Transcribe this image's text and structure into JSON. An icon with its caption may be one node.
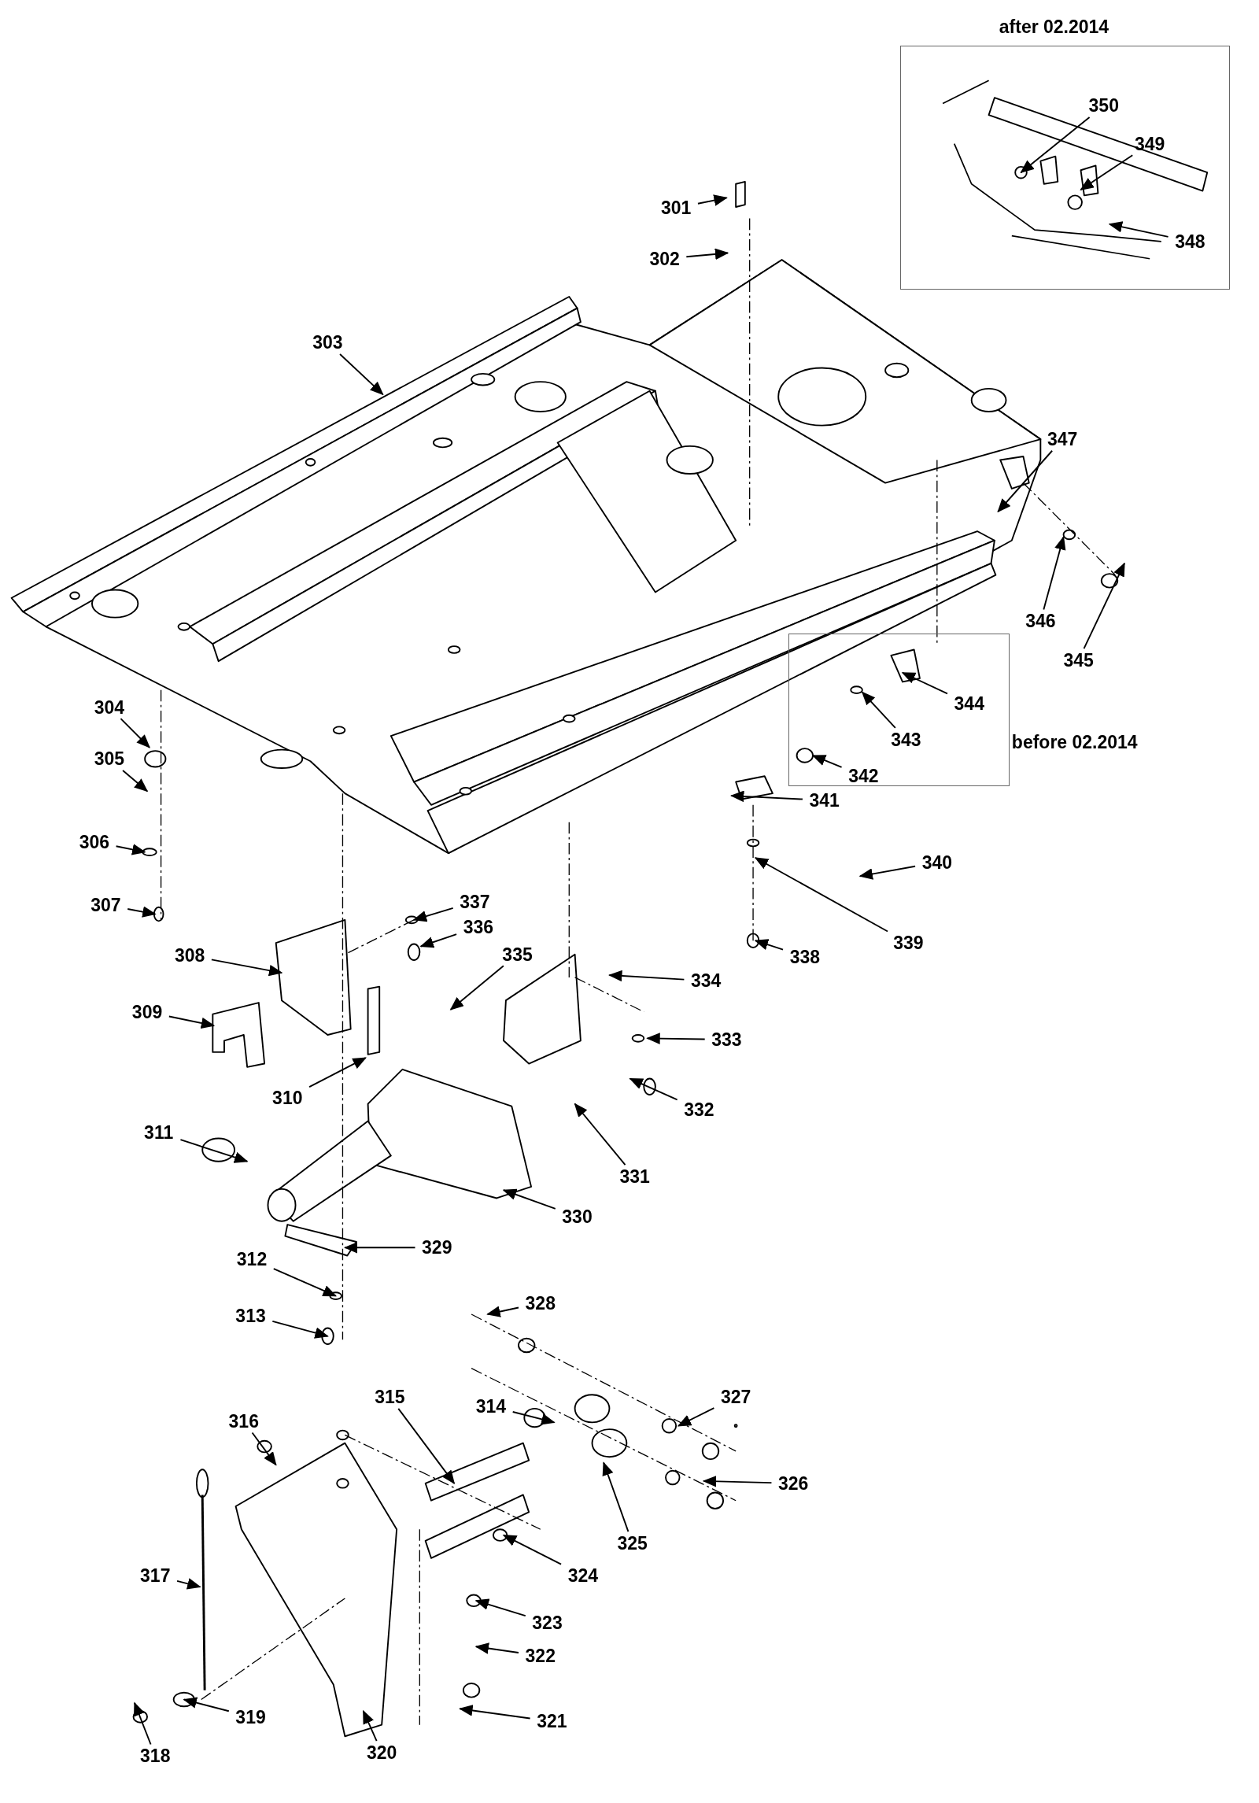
{
  "diagram": {
    "nodes": [
      {
        "text": [
          "after 02.2014"
        ]
      },
      {
        "text": [
          "350"
        ],
        "in": 0
      },
      {
        "text": [
          "349"
        ],
        "in": 0
      },
      {
        "text": [
          "348"
        ],
        "in": 0
      },
      {
        "text": [
          "301"
        ]
      },
      {
        "text": [
          "302"
        ]
      },
      {
        "text": [
          "303"
        ]
      },
      {
        "text": [
          "347"
        ]
      },
      {
        "text": [
          "346"
        ]
      },
      {
        "text": [
          "345"
        ]
      },
      {
        "text": [
          "before 02.2014"
        ]
      },
      {
        "text": [
          "344"
        ],
        "in": 10
      },
      {
        "text": [
          "343"
        ],
        "in": 10
      },
      {
        "text": [
          "342"
        ],
        "in": 10
      },
      {
        "text": [
          "304"
        ]
      },
      {
        "text": [
          "305"
        ]
      },
      {
        "text": [
          "341"
        ]
      },
      {
        "text": [
          "340"
        ]
      },
      {
        "text": [
          "306"
        ]
      },
      {
        "text": [
          "339"
        ]
      },
      {
        "text": [
          "307"
        ]
      },
      {
        "text": [
          "337"
        ]
      },
      {
        "text": [
          "336"
        ]
      },
      {
        "text": [
          "338"
        ]
      },
      {
        "text": [
          "308"
        ]
      },
      {
        "text": [
          "334"
        ]
      },
      {
        "text": [
          "335"
        ]
      },
      {
        "text": [
          "309"
        ]
      },
      {
        "text": [
          "333"
        ]
      },
      {
        "text": [
          "310"
        ]
      },
      {
        "text": [
          "332"
        ]
      },
      {
        "text": [
          "311"
        ]
      },
      {
        "text": [
          "331"
        ]
      },
      {
        "text": [
          "330"
        ]
      },
      {
        "text": [
          "329"
        ]
      },
      {
        "text": [
          "312"
        ]
      },
      {
        "text": [
          "328"
        ]
      },
      {
        "text": [
          "313"
        ]
      },
      {
        "text": [
          "314"
        ]
      },
      {
        "text": [
          "327"
        ]
      },
      {
        "text": [
          "315"
        ]
      },
      {
        "text": [
          "316"
        ]
      },
      {
        "text": [
          "326"
        ]
      },
      {
        "text": [
          "325"
        ]
      },
      {
        "text": [
          "324"
        ]
      },
      {
        "text": [
          "317"
        ]
      },
      {
        "text": [
          "323"
        ]
      },
      {
        "text": [
          "322"
        ]
      },
      {
        "text": [
          "321"
        ]
      },
      {
        "text": [
          "319"
        ]
      },
      {
        "text": [
          "320"
        ]
      },
      {
        "text": [
          "318"
        ]
      }
    ],
    "edges": [
      {
        "from": 1,
        "to": null,
        "arrow": "to"
      },
      {
        "from": 2,
        "to": null,
        "arrow": "to"
      },
      {
        "from": 3,
        "to": null,
        "arrow": "to"
      },
      {
        "from": 4,
        "to": null,
        "arrow": "to"
      },
      {
        "from": 5,
        "to": null,
        "arrow": "to"
      },
      {
        "from": 6,
        "to": null,
        "arrow": "to"
      },
      {
        "from": 7,
        "to": null,
        "arrow": "to"
      },
      {
        "from": 8,
        "to": null,
        "arrow": "to"
      },
      {
        "from": 9,
        "to": null,
        "arrow": "to"
      },
      {
        "from": 11,
        "to": null,
        "arrow": "to"
      },
      {
        "from": 12,
        "to": null,
        "arrow": "to"
      },
      {
        "from": 13,
        "to": null,
        "arrow": "to"
      },
      {
        "from": 14,
        "to": null,
        "arrow": "to"
      },
      {
        "from": 15,
        "to": null,
        "arrow": "to"
      },
      {
        "from": 16,
        "to": null,
        "arrow": "to"
      },
      {
        "from": 17,
        "to": null,
        "arrow": "to"
      },
      {
        "from": 18,
        "to": null,
        "arrow": "to"
      },
      {
        "from": 19,
        "to": null,
        "arrow": "to"
      },
      {
        "from": 20,
        "to": null,
        "arrow": "to"
      },
      {
        "from": 21,
        "to": null,
        "arrow": "to"
      },
      {
        "from": 22,
        "to": null,
        "arrow": "to"
      },
      {
        "from": 23,
        "to": null,
        "arrow": "to"
      },
      {
        "from": 24,
        "to": null,
        "arrow": "to"
      },
      {
        "from": 25,
        "to": null,
        "arrow": "to"
      },
      {
        "from": 26,
        "to": null,
        "arrow": "to"
      },
      {
        "from": 27,
        "to": null,
        "arrow": "to"
      },
      {
        "from": 28,
        "to": null,
        "arrow": "to"
      },
      {
        "from": 29,
        "to": null,
        "arrow": "to"
      },
      {
        "from": 30,
        "to": null,
        "arrow": "to"
      },
      {
        "from": 31,
        "to": null,
        "arrow": "to"
      },
      {
        "from": 32,
        "to": null,
        "arrow": "to"
      },
      {
        "from": 33,
        "to": null,
        "arrow": "to"
      },
      {
        "from": 34,
        "to": null,
        "arrow": "to"
      },
      {
        "from": 35,
        "to": null,
        "arrow": "to"
      },
      {
        "from": 36,
        "to": null,
        "arrow": "to"
      },
      {
        "from": 37,
        "to": null,
        "arrow": "to"
      },
      {
        "from": 38,
        "to": null,
        "arrow": "to"
      },
      {
        "from": 39,
        "to": null,
        "arrow": "to"
      },
      {
        "from": 40,
        "to": null,
        "arrow": "to"
      },
      {
        "from": 41,
        "to": null,
        "arrow": "to"
      },
      {
        "from": 42,
        "to": null,
        "arrow": "to"
      },
      {
        "from": 43,
        "to": null,
        "arrow": "to"
      },
      {
        "from": 44,
        "to": null,
        "arrow": "to"
      },
      {
        "from": 45,
        "to": null,
        "arrow": "to"
      },
      {
        "from": 46,
        "to": null,
        "arrow": "to"
      },
      {
        "from": 47,
        "to": null,
        "arrow": "to"
      },
      {
        "from": 48,
        "to": null,
        "arrow": "to"
      },
      {
        "from": 49,
        "to": null,
        "arrow": "to"
      },
      {
        "from": 50,
        "to": null,
        "arrow": "to"
      },
      {
        "from": 51,
        "to": null,
        "arrow": "to"
      }
    ]
  }
}
